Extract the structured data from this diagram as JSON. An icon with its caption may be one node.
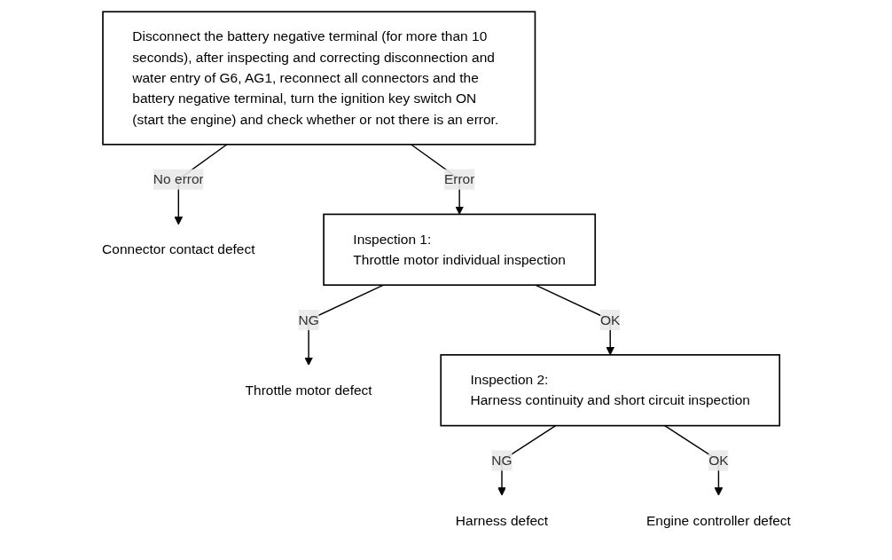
{
  "diagram": {
    "nodes": [
      {
        "text": [
          "Disconnect the battery negative terminal (for more than 10 seconds), after inspecting and correcting disconnection and water entry of G6, AG1, reconnect all connectors and the battery negative terminal, turn the ignition key switch ON (start the engine) and check whether or not there is an error."
        ]
      },
      {
        "text": [
          "Connector contact defect"
        ]
      },
      {
        "text": [
          "Inspection 1:",
          "Throttle motor individual inspection"
        ]
      },
      {
        "text": [
          "Throttle motor defect"
        ]
      },
      {
        "text": [
          "Inspection 2:",
          "Harness continuity and short circuit inspection"
        ]
      },
      {
        "text": [
          "Harness defect"
        ]
      },
      {
        "text": [
          "Engine controller defect"
        ]
      }
    ],
    "edges": [
      {
        "from": 0,
        "to": 1,
        "arrow": "to",
        "label": "No error"
      },
      {
        "from": 0,
        "to": 2,
        "arrow": "to",
        "label": "Error"
      },
      {
        "from": 2,
        "to": 3,
        "arrow": "to",
        "label": "NG"
      },
      {
        "from": 2,
        "to": 4,
        "arrow": "to",
        "label": "OK"
      },
      {
        "from": 4,
        "to": 5,
        "arrow": "to",
        "label": "NG"
      },
      {
        "from": 4,
        "to": 6,
        "arrow": "to",
        "label": "OK"
      }
    ]
  }
}
